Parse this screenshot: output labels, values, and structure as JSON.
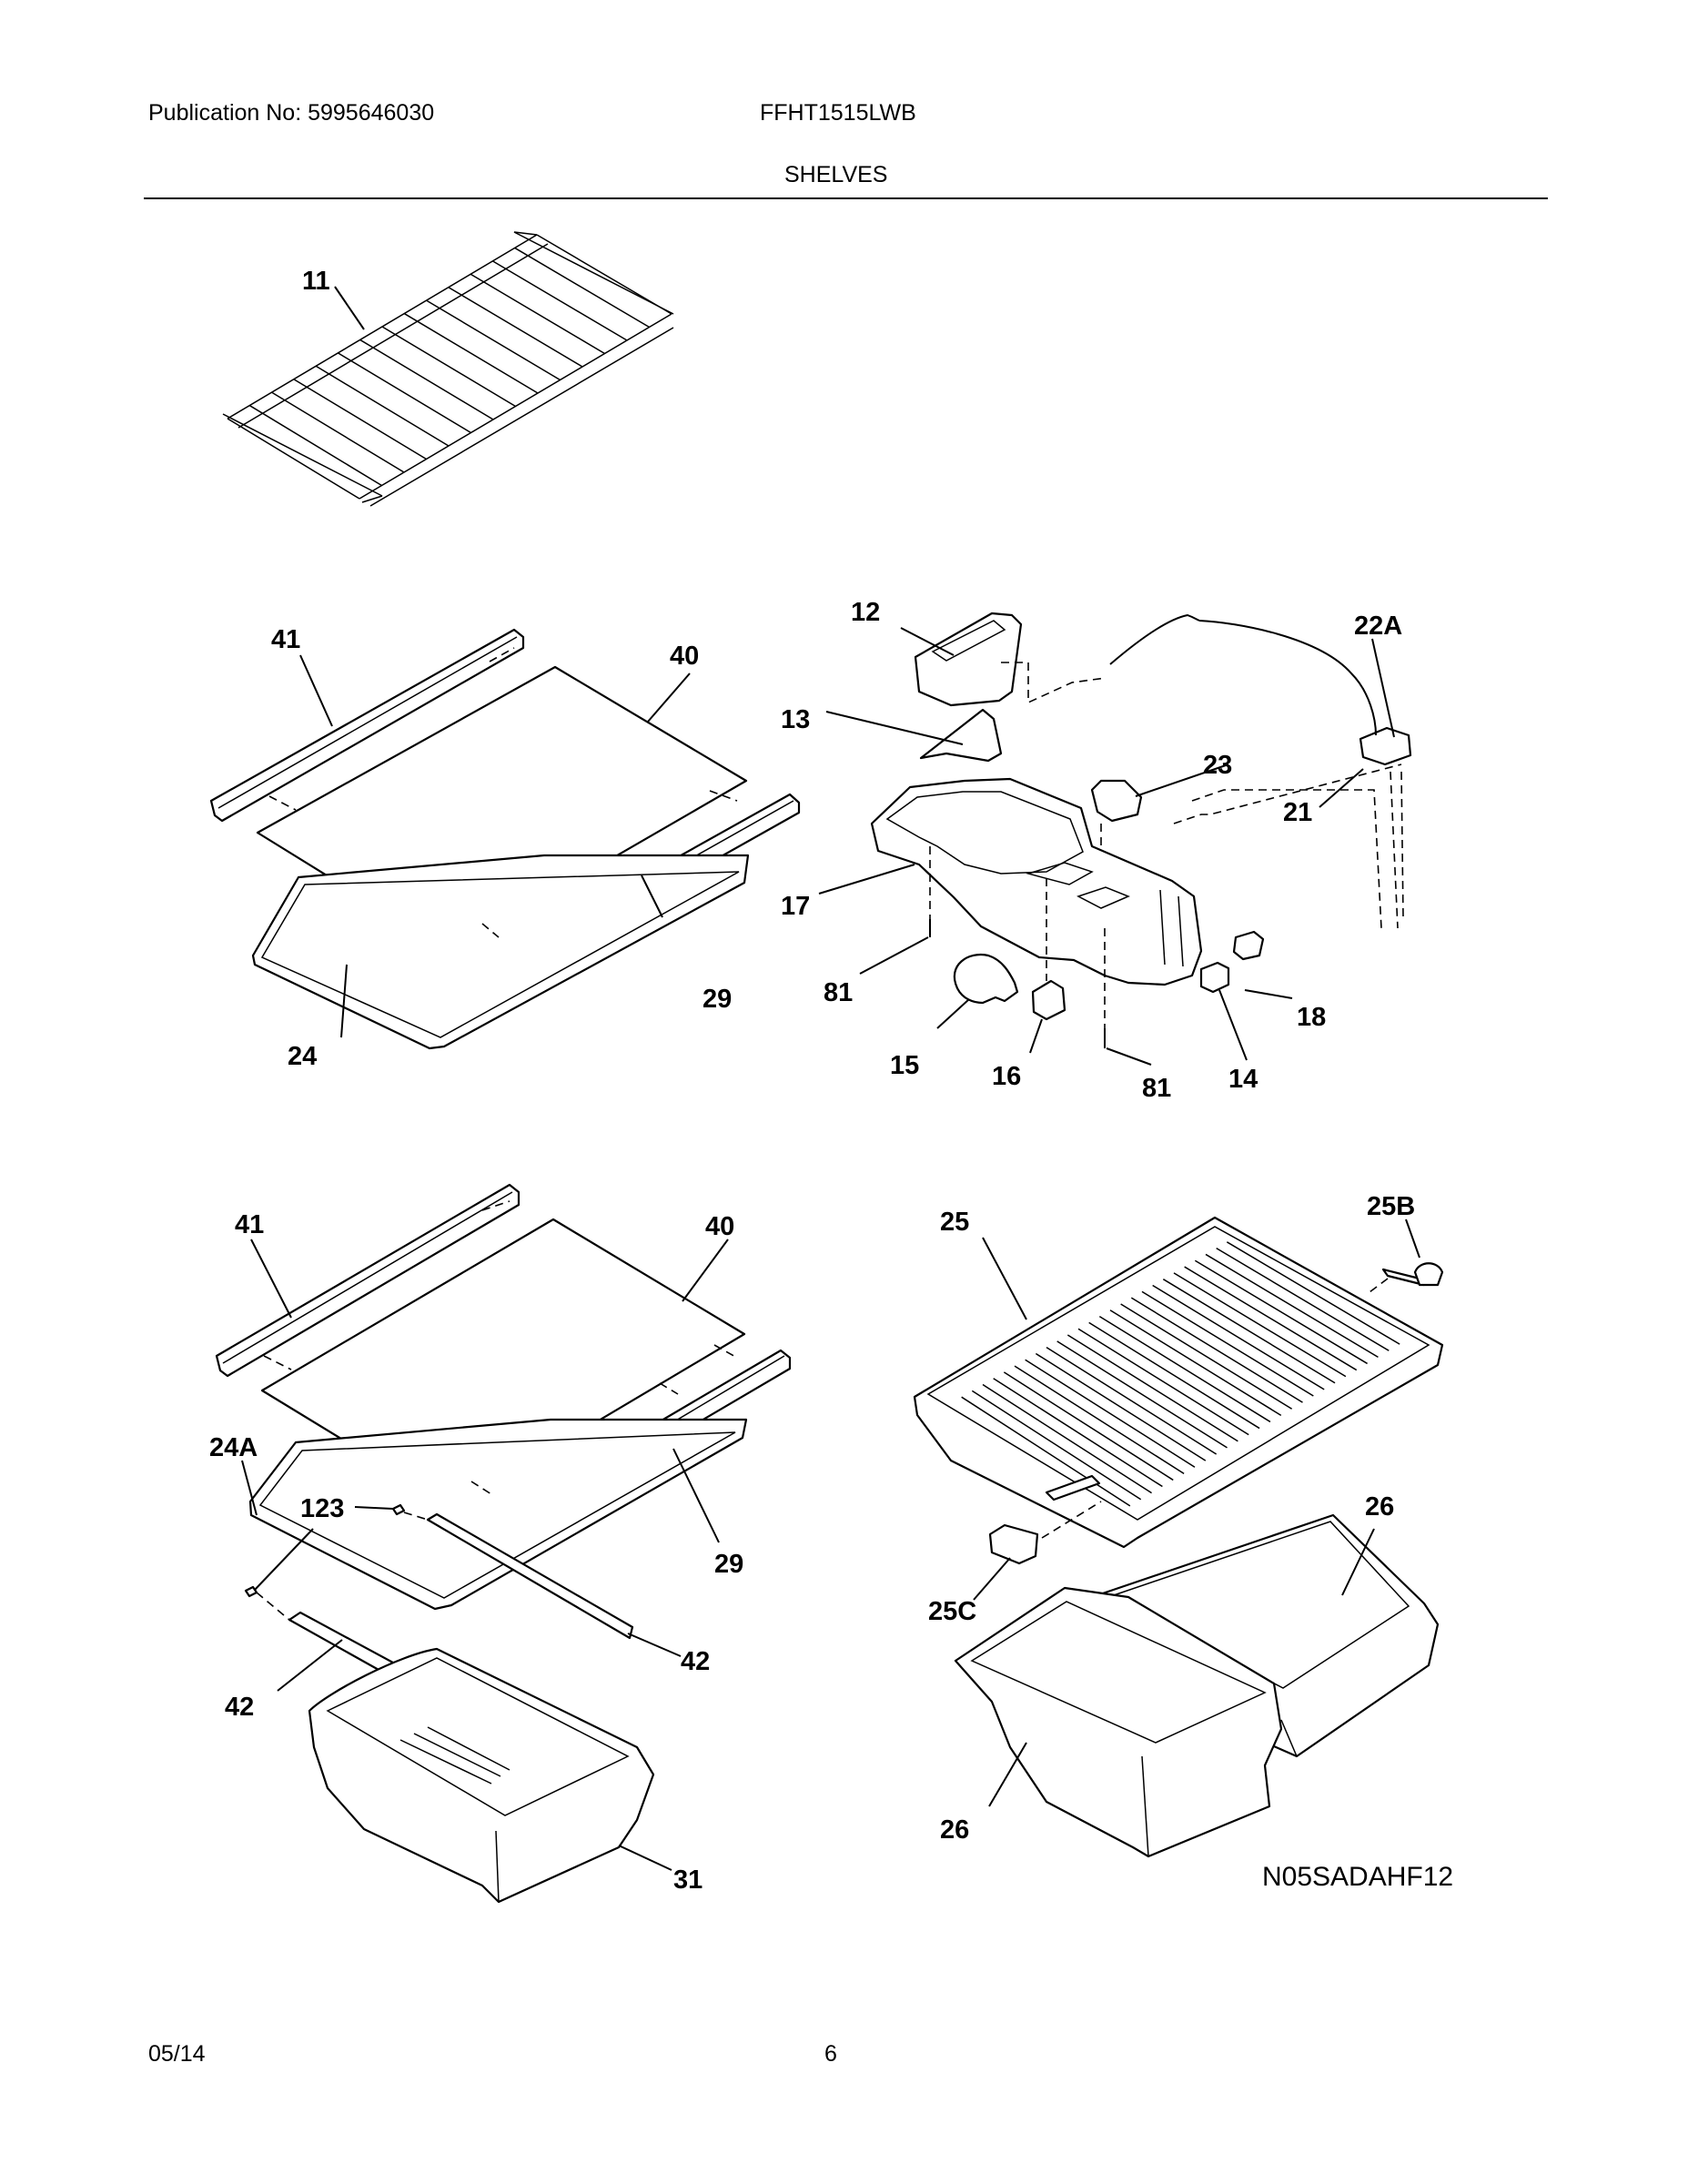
{
  "header": {
    "publication": "Publication No: 5995646030",
    "model": "FFHT1515LWB",
    "section": "SHELVES"
  },
  "footer": {
    "date": "05/14",
    "page": "6"
  },
  "figure_code": "N05SADAHF12",
  "callouts": {
    "p11": "11",
    "p41a": "41",
    "p40a": "40",
    "p29a": "29",
    "p24": "24",
    "p12": "12",
    "p13": "13",
    "p22a": "22A",
    "p23": "23",
    "p21": "21",
    "p17": "17",
    "p81a": "81",
    "p18": "18",
    "p15": "15",
    "p16": "16",
    "p81b": "81",
    "p14": "14",
    "p41b": "41",
    "p40b": "40",
    "p24a": "24A",
    "p123": "123",
    "p29b": "29",
    "p42a": "42",
    "p42b": "42",
    "p31": "31",
    "p25": "25",
    "p25b": "25B",
    "p26a": "26",
    "p25c": "25C",
    "p26b": "26"
  }
}
